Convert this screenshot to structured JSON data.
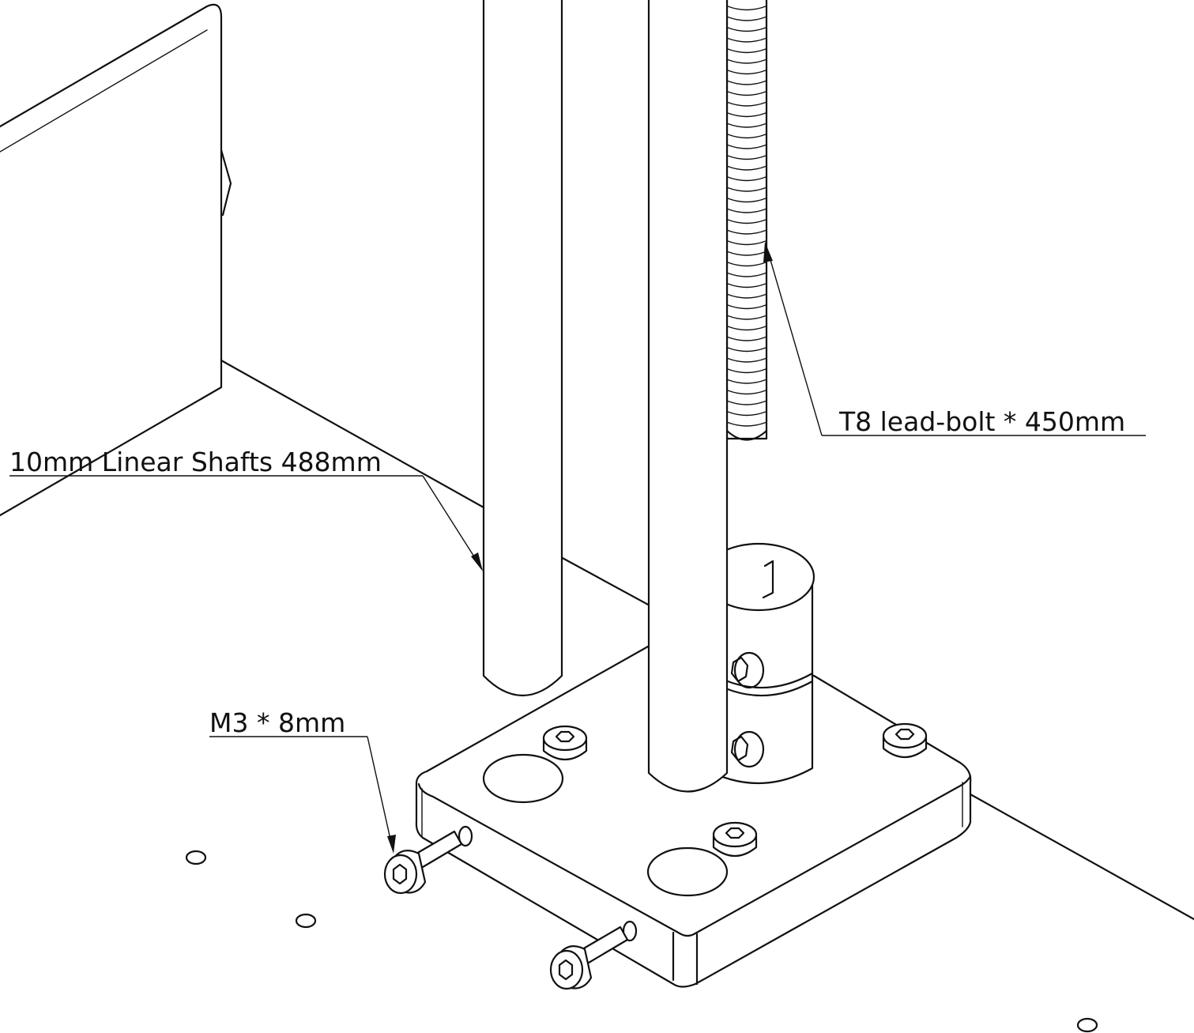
{
  "callouts": {
    "lead_screw": "T8 lead-bolt * 450mm",
    "linear_shafts": "10mm Linear Shafts 488mm",
    "screw": "M3 * 8mm"
  }
}
